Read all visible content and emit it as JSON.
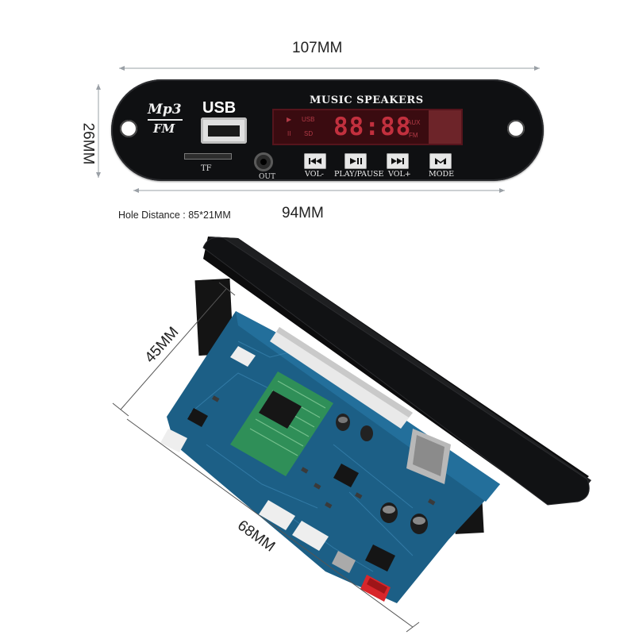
{
  "dimensions": {
    "width_top": "107MM",
    "height_side": "26MM",
    "hole_distance": "Hole Distance : 85*21MM",
    "width_bottom": "94MM",
    "board_height": "45MM",
    "board_width": "68MM"
  },
  "panel": {
    "logo_top": "Mp3",
    "logo_bottom": "FM",
    "usb_label": "USB",
    "tf_label": "TF",
    "out_label": "OUT",
    "title": "MUSIC SPEAKERS",
    "display": {
      "digits": "88:88",
      "ind_play": "▶",
      "ind_pause": "II",
      "ind_usb": "USB",
      "ind_sd": "SD",
      "ind_aux": "AUX",
      "ind_fm": "FM"
    },
    "buttons": [
      {
        "label": "VOL-",
        "icon": "prev-icon"
      },
      {
        "label": "PLAY/PAUSE",
        "icon": "play-pause-icon"
      },
      {
        "label": "VOL+",
        "icon": "next-icon"
      },
      {
        "label": "MODE",
        "icon": "mode-icon"
      }
    ]
  },
  "colors": {
    "panel": "#0f1012",
    "display": "#3a0b10",
    "segment": "#c2303e",
    "pcb": "#1c5f86"
  }
}
